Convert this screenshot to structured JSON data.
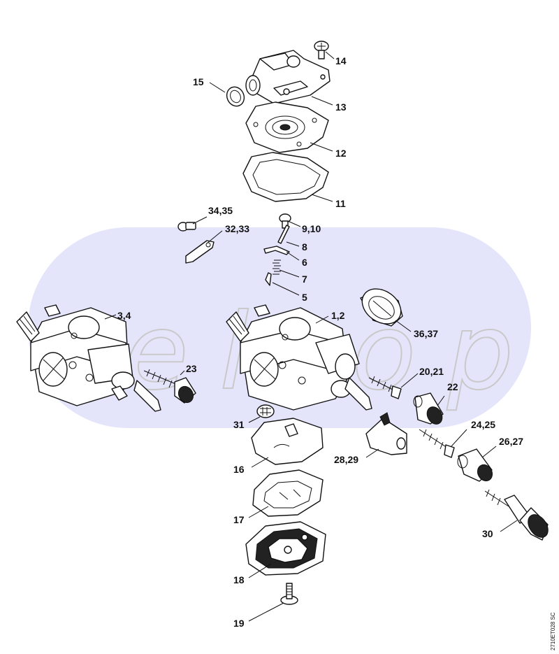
{
  "diagram": {
    "watermark_text": "seltop",
    "doc_code": "2710ET028 SC",
    "background_band_color": "#e4e5fb",
    "callouts": [
      "14",
      "15",
      "13",
      "12",
      "11",
      "34,35",
      "32,33",
      "9,10",
      "8",
      "6",
      "7",
      "5",
      "3,4",
      "1,2",
      "36,37",
      "23",
      "20,21",
      "22",
      "31",
      "16",
      "24,25",
      "26,27",
      "28,29",
      "17",
      "30",
      "18",
      "19"
    ]
  }
}
